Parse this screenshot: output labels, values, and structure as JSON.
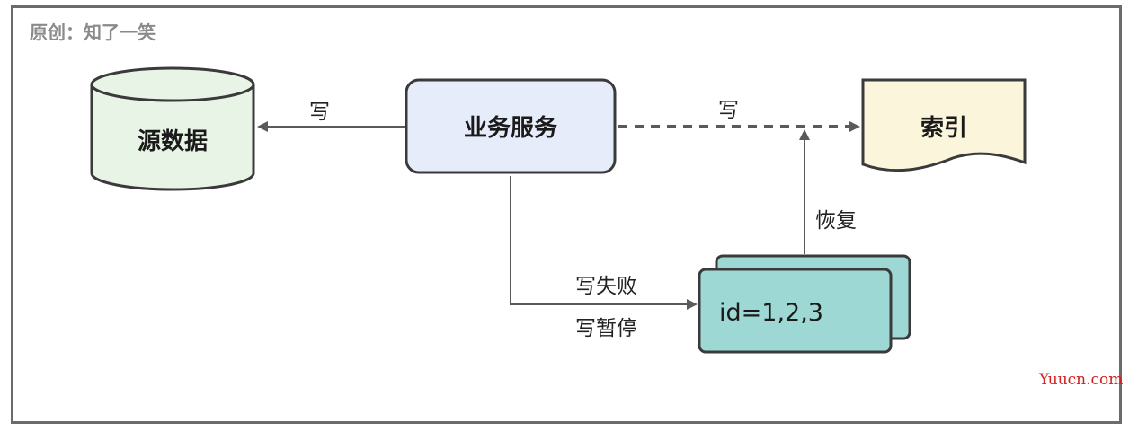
{
  "credit": "原创：知了一笑",
  "nodes": {
    "source_data": "源数据",
    "business_service": "业务服务",
    "index": "索引",
    "queue": "id=1,2,3"
  },
  "edges": {
    "write_to_source": "写",
    "write_to_index": "写",
    "write_failed": "写失败",
    "write_paused": "写暂停",
    "recover": "恢复"
  },
  "watermark": "Yuucn.com",
  "colors": {
    "cylinder_fill": "#e8f5e6",
    "service_fill": "#e6ecfa",
    "index_fill": "#fbf5dc",
    "queue_fill": "#9dd8d4",
    "stroke": "#3a3a3a",
    "arrow": "#5a5a5a"
  }
}
